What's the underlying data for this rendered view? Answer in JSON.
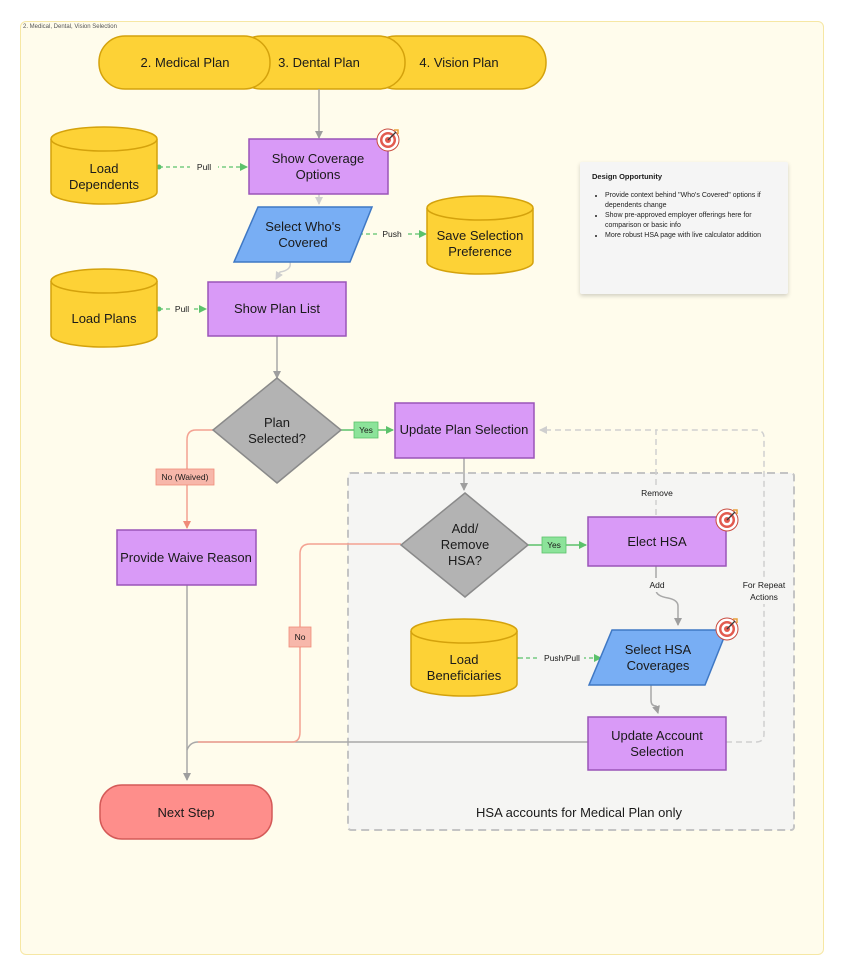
{
  "frame": {
    "label": "2. Medical, Dental, Vision Selection"
  },
  "tabs": [
    "2. Medical Plan",
    "3. Dental Plan",
    "4. Vision Plan"
  ],
  "nodes": {
    "load_dependents": [
      "Load",
      "Dependents"
    ],
    "show_coverage": [
      "Show Coverage",
      "Options"
    ],
    "select_whos_covered": [
      "Select Who's",
      "Covered"
    ],
    "save_selection": [
      "Save Selection",
      "Preference"
    ],
    "load_plans": [
      "Load Plans"
    ],
    "show_plan_list": [
      "Show Plan List"
    ],
    "plan_selected": [
      "Plan",
      "Selected?"
    ],
    "update_plan_selection": [
      "Update Plan Selection"
    ],
    "add_remove_hsa": [
      "Add/",
      "Remove",
      "HSA?"
    ],
    "elect_hsa": [
      "Elect HSA"
    ],
    "provide_waive": [
      "Provide Waive Reason"
    ],
    "load_beneficiaries": [
      "Load",
      "Beneficiaries"
    ],
    "select_hsa_coverages": [
      "Select HSA",
      "Coverages"
    ],
    "update_account": [
      "Update Account",
      "Selection"
    ],
    "next_step": [
      "Next Step"
    ]
  },
  "edge_labels": {
    "pull_dependents": "Pull",
    "push_save": "Push",
    "pull_plans": "Pull",
    "yes_plan": "Yes",
    "no_waived": "No (Waived)",
    "yes_hsa": "Yes",
    "no_hsa": "No",
    "remove": "Remove",
    "add": "Add",
    "push_pull": "Push/Pull",
    "repeat": [
      "For Repeat",
      "Actions"
    ]
  },
  "hsa_group_label": "HSA accounts for Medical Plan only",
  "design_note": {
    "title": "Design Opportunity",
    "bullets": [
      "Provide context behind \"Who's Covered\" options if dependents change",
      "Show pre-approved employer offerings here for comparison or basic info",
      "More robust HSA page with live calculator addition"
    ]
  },
  "colors": {
    "yellow": "#fdd236",
    "yellow_stroke": "#d4a20c",
    "purple": "#d99af7",
    "purple_stroke": "#9a55b8",
    "blue": "#78aef4",
    "blue_stroke": "#3f78c4",
    "gray_diamond": "#b3b3b3",
    "next_step": "#fe8e8b",
    "yes_green": "#63d674",
    "no_red": "#f4a292"
  }
}
